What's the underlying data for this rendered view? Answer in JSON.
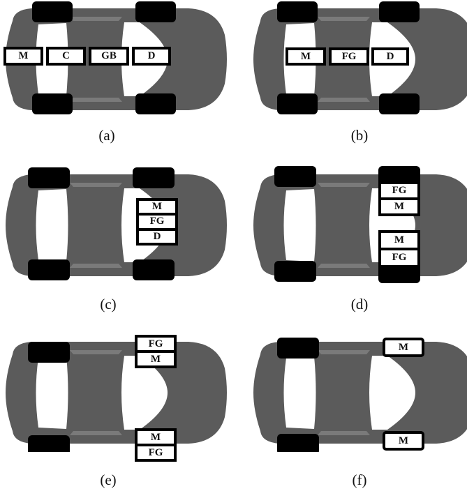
{
  "figure": {
    "colors": {
      "body": "#5b5b5b",
      "wheel": "#000000",
      "window": "#ffffff",
      "box_border": "#000000",
      "box_fill": "#ffffff"
    },
    "panels": [
      {
        "id": "a",
        "caption": "(a)",
        "layout": "inline-row",
        "components": [
          "M",
          "C",
          "GB",
          "D"
        ]
      },
      {
        "id": "b",
        "caption": "(b)",
        "layout": "inline-row",
        "components": [
          "M",
          "FG",
          "D"
        ]
      },
      {
        "id": "c",
        "caption": "(c)",
        "layout": "front-stack",
        "components": [
          "M",
          "FG",
          "D"
        ]
      },
      {
        "id": "d",
        "caption": "(d)",
        "layout": "in-wheel-front",
        "top": [
          "FG",
          "M"
        ],
        "bottom": [
          "M",
          "FG"
        ]
      },
      {
        "id": "e",
        "caption": "(e)",
        "layout": "wheel-side-front",
        "top": [
          "FG",
          "M"
        ],
        "bottom": [
          "M",
          "FG"
        ]
      },
      {
        "id": "f",
        "caption": "(f)",
        "layout": "in-wheel-motor",
        "top": [
          "M"
        ],
        "bottom": [
          "M"
        ]
      }
    ]
  }
}
